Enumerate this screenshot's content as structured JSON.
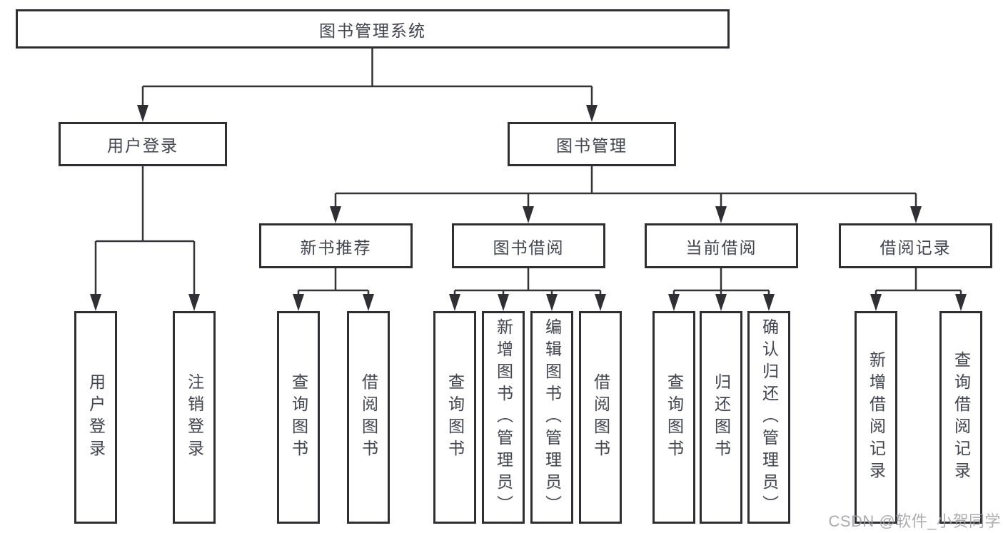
{
  "diagram": {
    "root": {
      "label": "图书管理系统"
    },
    "level2": [
      {
        "label": "用户登录"
      },
      {
        "label": "图书管理"
      }
    ],
    "level3": [
      {
        "label": "新书推荐"
      },
      {
        "label": "图书借阅"
      },
      {
        "label": "当前借阅"
      },
      {
        "label": "借阅记录"
      }
    ],
    "leaves": {
      "user_login": [
        "用户登录",
        "注销登录"
      ],
      "new_book": [
        "查询图书",
        "借阅图书"
      ],
      "book_borrow": [
        "查询图书",
        "新增图书（管理员）",
        "编辑图书（管理员）",
        "借阅图书"
      ],
      "current_borrow": [
        "查询图书",
        "归还图书",
        "确认归还（管理员）"
      ],
      "borrow_records": [
        "新增借阅记录",
        "查询借阅记录"
      ]
    }
  },
  "watermark": {
    "text": "CSDN @软件_小贺同学"
  },
  "colors": {
    "line": "#343438",
    "arrow": "#303034",
    "box_border": "#2f2f33",
    "text": "#46464d",
    "watermark": "#9e9ea0",
    "background": "#ffffff"
  }
}
